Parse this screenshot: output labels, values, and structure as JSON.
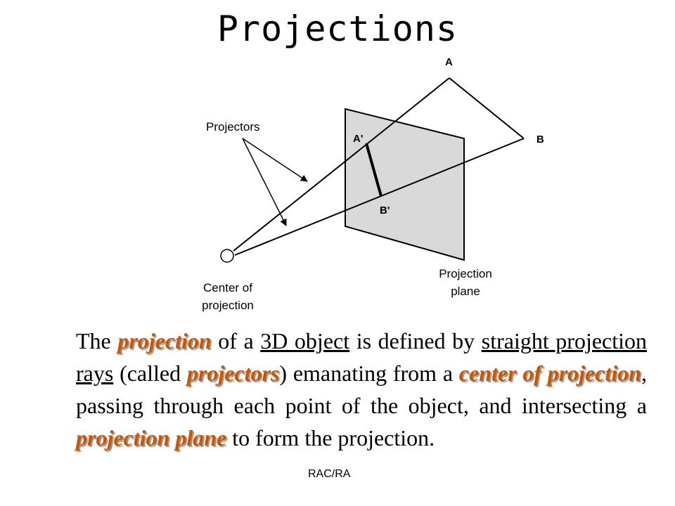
{
  "title": "Projections",
  "diagram": {
    "label_A": "A",
    "label_B": "B",
    "label_A_prime": "A'",
    "label_B_prime": "B'",
    "projectors": "Projectors",
    "center_line1": "Center of",
    "center_line2": "projection",
    "plane_line1": "Projection",
    "plane_line2": "plane"
  },
  "paragraph": {
    "s1": "The ",
    "k_projection": "projection",
    "s2": " of a ",
    "u_3d_object": "3D object",
    "s3": " is defined by ",
    "u_straight_rays": "straight projection rays",
    "s4": " (called ",
    "k_projectors": "projectors",
    "s5": ") emanating from a ",
    "k_center": "center of projection",
    "s6": ", passing through each point of the object, and intersecting a ",
    "k_plane": "projection plane",
    "s7": " to form the projection."
  },
  "footer": "RAC/RA",
  "colors": {
    "keyword": "#cc5500",
    "plane_fill": "#d9d9d9"
  }
}
